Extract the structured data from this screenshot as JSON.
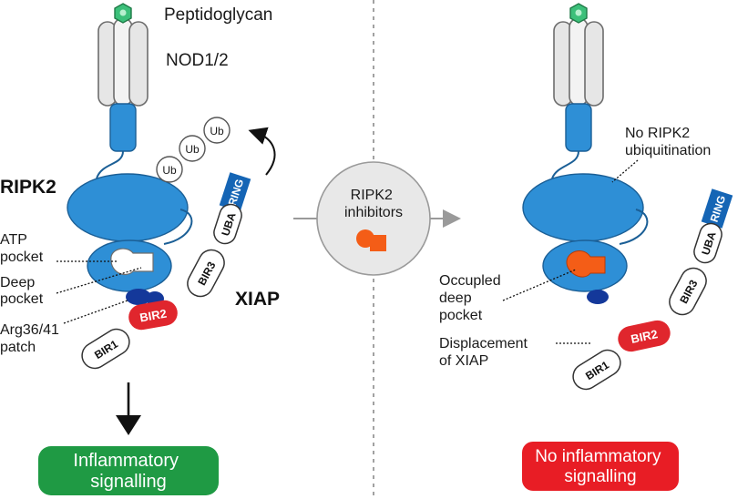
{
  "left_panel": {
    "ligand_label": "Peptidoglycan",
    "receptor_label": "NOD1/2",
    "kinase_label": "RIPK2",
    "xiap_label": "XIAP",
    "atp_pocket": [
      "ATP",
      "pocket"
    ],
    "deep_pocket": [
      "Deep",
      "pocket"
    ],
    "arg_patch": [
      "Arg36/41",
      "patch"
    ],
    "ubiquitin": [
      "Ub",
      "Ub",
      "Ub"
    ],
    "domains": {
      "ring": "RING",
      "uba": "UBA",
      "bir3": "BIR3",
      "bir2": "BIR2",
      "bir1": "BIR1"
    },
    "outcome": [
      "Inflammatory",
      "signalling"
    ]
  },
  "center": {
    "inhibitor_label": [
      "RIPK2",
      "inhibitors"
    ]
  },
  "right_panel": {
    "no_ubiquitination": [
      "No RIPK2",
      "ubiquitination"
    ],
    "occupied_pocket": [
      "Occupled",
      "deep",
      "pocket"
    ],
    "displacement": [
      "Displacement",
      "of XIAP"
    ],
    "domains": {
      "ring": "RING",
      "uba": "UBA",
      "bir3": "BIR3",
      "bir2": "BIR2",
      "bir1": "BIR1"
    },
    "outcome": [
      "No inflammatory",
      "signalling"
    ]
  },
  "colors": {
    "receptor_blue": "#2e8fd6",
    "receptor_grey": "#e6e6e6",
    "ligand_green": "#3cc07a",
    "ring_blue": "#1565b5",
    "bir2_red": "#e0262d",
    "patch_navy": "#14389a",
    "inhibitor_orange": "#f45d17",
    "inflammatory_green": "#1f9a44",
    "no_inflammatory_red": "#e81d25"
  }
}
